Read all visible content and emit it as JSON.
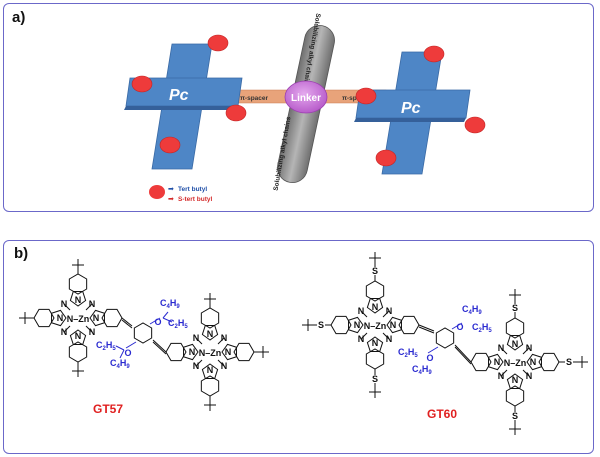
{
  "panel_a": {
    "label": "a)",
    "pc_left": "Pc",
    "pc_right": "Pc",
    "linker": "Linker",
    "spacer_left": "π-spacer",
    "spacer_right": "π-spacer",
    "chain_top": "Solubilizing alkyl chains",
    "chain_bottom": "Solubilizing alkyl chains",
    "legend": [
      {
        "label": "Tert butyl",
        "color": "#1f4fa8"
      },
      {
        "label": "S-tert butyl",
        "color": "#d42a2a"
      }
    ],
    "colors": {
      "pc": "#4e86c6",
      "spacer": "#e8a37a",
      "linker": "#c76ad6",
      "chain": "#8b8b8b",
      "group": "#ee3b3b"
    }
  },
  "panel_b": {
    "label": "b)",
    "compound_left": "GT57",
    "compound_right": "GT60",
    "atoms": {
      "N": "N",
      "Zn": "Zn",
      "O": "O",
      "S": "S",
      "c4h9": {
        "c": "C",
        "n": "4",
        "h": "H",
        "m": "9"
      },
      "c2h5": {
        "c": "C",
        "n": "2",
        "h": "H",
        "m": "5"
      }
    },
    "colors": {
      "label": "#e02020",
      "chain": "#2a2ad0"
    }
  }
}
